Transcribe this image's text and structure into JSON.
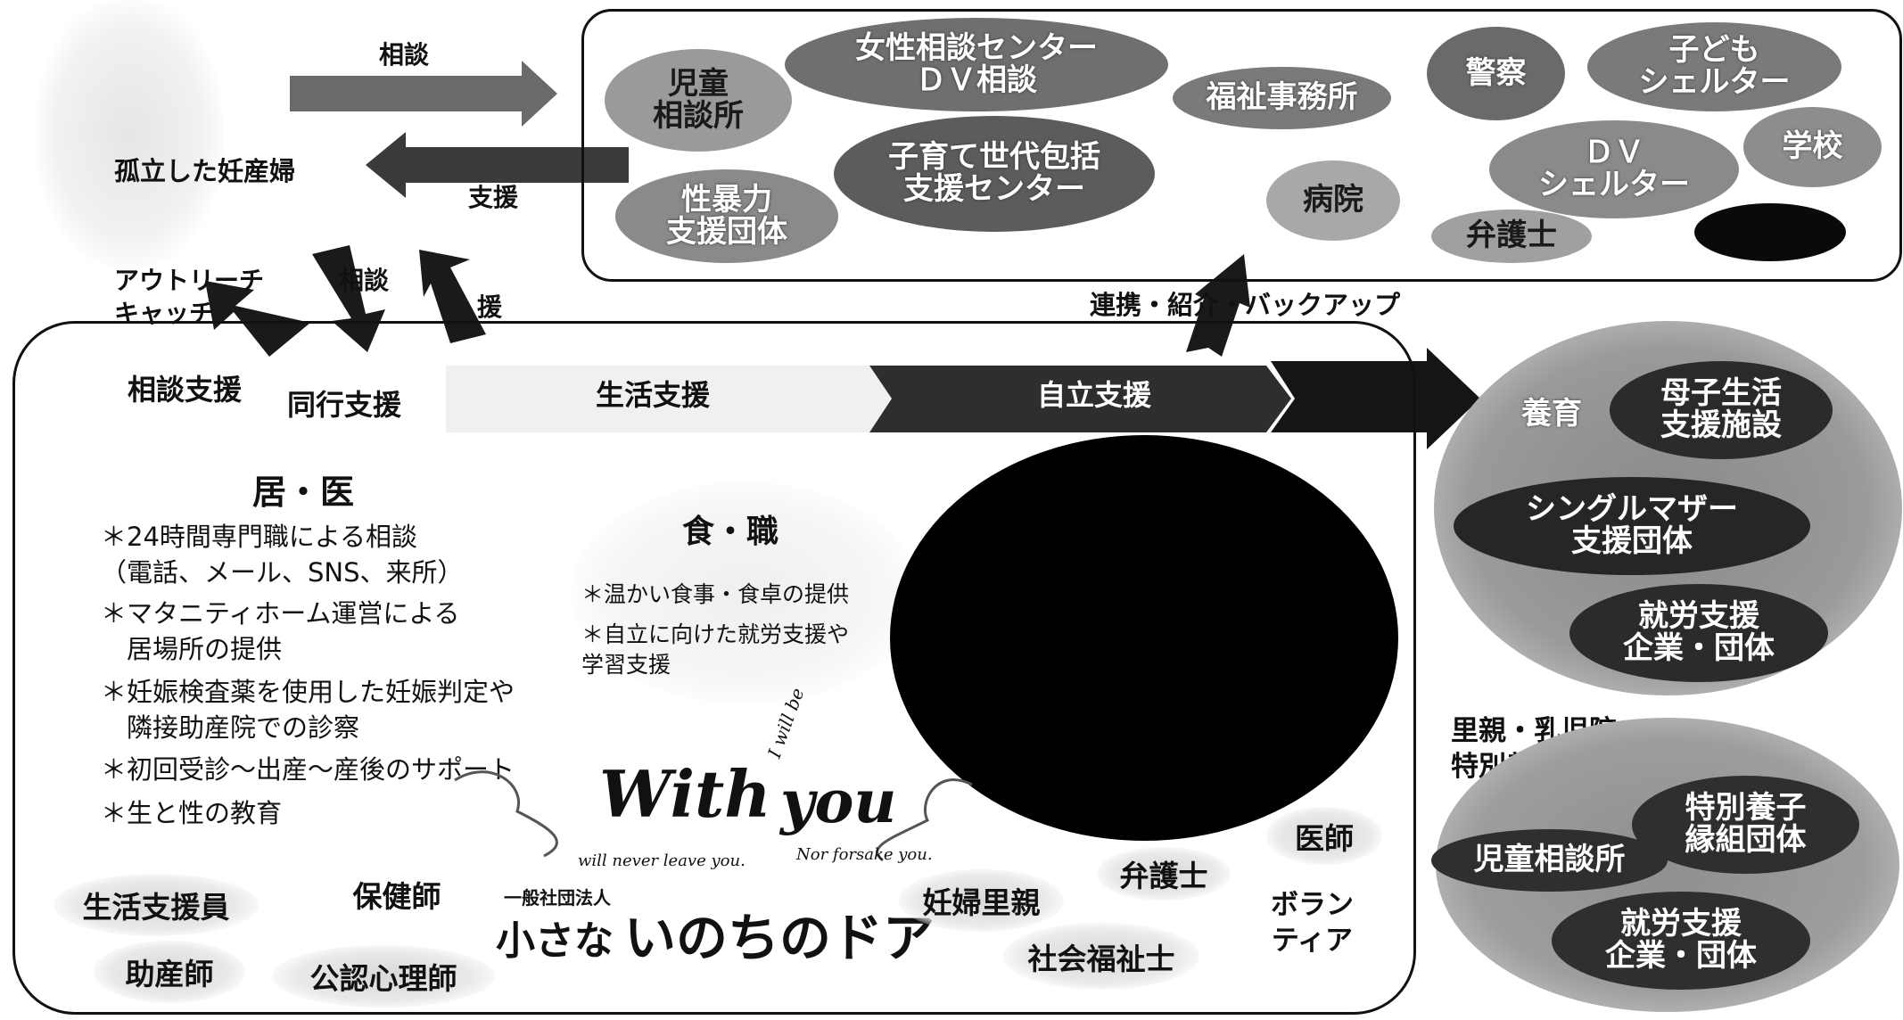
{
  "top_flow": {
    "consult_label": "相談",
    "support_label": "支援",
    "isolated_label": "孤立した妊産婦",
    "outreach_line1": "アウトリーチ",
    "outreach_line2": "キャッチ",
    "consult_label_2": "相談",
    "support_label_2": "援"
  },
  "agencies": [
    {
      "label": "児童\n相談所"
    },
    {
      "label": "女性相談センター\nＤＶ相談"
    },
    {
      "label": "福祉事務所"
    },
    {
      "label": "警察"
    },
    {
      "label": "子ども\nシェルター"
    },
    {
      "label": "子育て世代包括\n支援センター"
    },
    {
      "label": "ＤＶ\nシェルター"
    },
    {
      "label": "学校"
    },
    {
      "label": "性暴力\n支援団体"
    },
    {
      "label": "病院"
    },
    {
      "label": "弁護士"
    }
  ],
  "link_label": "連携・紹介・バックアップ",
  "support_row": {
    "consult": "相談支援",
    "accompany": "同行支援",
    "life": "生活支援",
    "independence": "自立支援",
    "next": ""
  },
  "housing_medical": {
    "heading": "居・医",
    "items": [
      "＊24時間専門職による相談\n（電話、メール、SNS、来所）",
      "＊マタニティホーム運営による\n　居場所の提供",
      "＊妊娠検査薬を使用した妊娠判定や\n　隣接助産院での診察",
      "＊初回受診～出産～産後のサポート",
      "＊生と性の教育"
    ]
  },
  "food_work": {
    "heading": "食・職",
    "items": [
      "＊温かい食事・食卓の提供",
      "＊自立に向けた就労支援や\n学習支援"
    ]
  },
  "logo": {
    "with": "With",
    "you": "you",
    "will_be": "I will be",
    "never_leave": "will never leave you.",
    "forsake": "Nor forsake you.",
    "org_prefix": "一般社団法人",
    "org_name1": "小さな",
    "org_name2": "いのちのドア"
  },
  "staff": [
    {
      "label": "生活支援員"
    },
    {
      "label": "保健師"
    },
    {
      "label": "助産師"
    },
    {
      "label": "公認心理師"
    },
    {
      "label": "妊婦里親"
    },
    {
      "label": "弁護士"
    },
    {
      "label": "社会福祉士"
    },
    {
      "label": "医師"
    },
    {
      "label": "ボラン\nティア"
    }
  ],
  "right_top": [
    {
      "label": "養育"
    },
    {
      "label": "母子生活\n支援施設"
    },
    {
      "label": "シングルマザー\n支援団体"
    },
    {
      "label": "就労支援\n企業・団体"
    }
  ],
  "right_bottom": {
    "heading": "里親・乳児院\n特別養子縁組",
    "items": [
      {
        "label": "特別養子\n縁組団体"
      },
      {
        "label": "児童相談所"
      },
      {
        "label": "就労支援\n企業・団体"
      }
    ]
  },
  "colors": {
    "dark": "#1c1c1c",
    "mid": "#4a4a4a",
    "light_blob": "#bdbdbd",
    "arrow_band": "#2a2a2a"
  }
}
